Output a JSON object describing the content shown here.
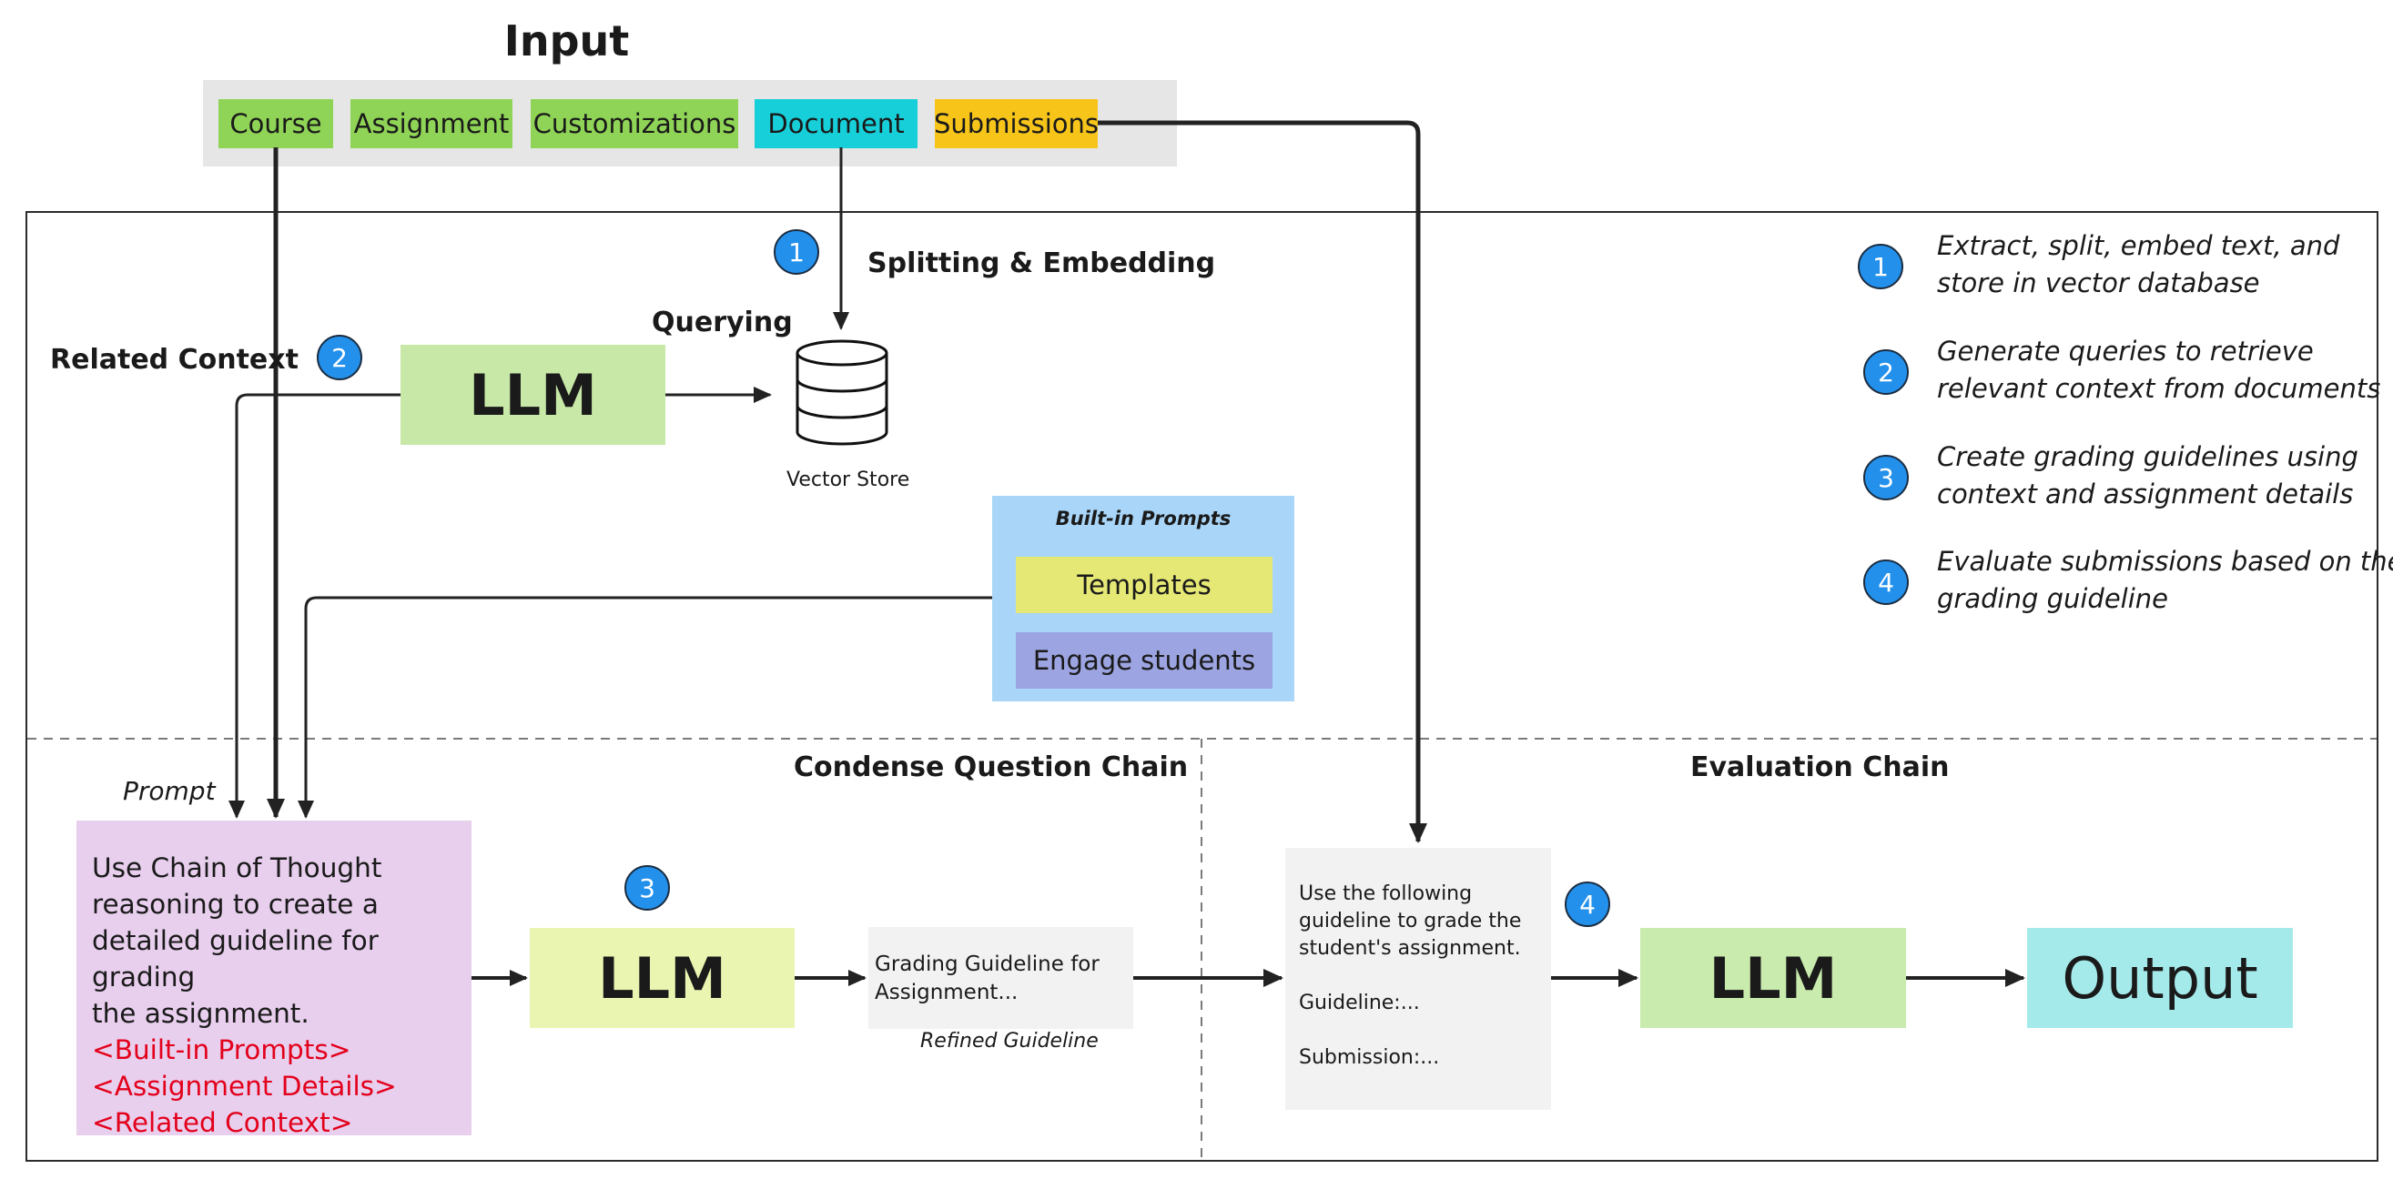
{
  "input": {
    "title": "Input",
    "chips": [
      "Course",
      "Assignment",
      "Customizations",
      "Document",
      "Submissions"
    ]
  },
  "labels": {
    "splitting": "Splitting & Embedding",
    "querying": "Querying",
    "related_context": "Related Context",
    "vector_store": "Vector Store",
    "prompt": "Prompt",
    "refined_guideline": "Refined Guideline",
    "condense_chain": "Condense Question Chain",
    "evaluation_chain": "Evaluation Chain"
  },
  "llm_label": "LLM",
  "output_label": "Output",
  "builtin": {
    "title": "Built-in Prompts",
    "templates": "Templates",
    "engage": "Engage students"
  },
  "prompt_box": {
    "line1": "Use Chain of Thought",
    "line2": "reasoning to create a",
    "line3": "detailed guideline for grading",
    "line4": "the assignment.",
    "ph1": "<Built-in Prompts>",
    "ph2": "<Assignment Details>",
    "ph3": "<Related Context>"
  },
  "guideline_box": {
    "line1": "Grading Guideline for",
    "line2": "Assignment..."
  },
  "eval_box": {
    "line1": "Use the following",
    "line2": "guideline to grade the",
    "line3": "student's assignment.",
    "line4": "Guideline:...",
    "line5": "Submission:..."
  },
  "steps": [
    "1",
    "2",
    "3",
    "4"
  ],
  "legend": [
    {
      "line1": "Extract, split, embed text, and",
      "line2": "store in vector database"
    },
    {
      "line1": "Generate queries to retrieve",
      "line2": "relevant context from documents"
    },
    {
      "line1": "Create grading guidelines using",
      "line2": "context and assignment details"
    },
    {
      "line1": "Evaluate submissions based on the",
      "line2": "grading guideline"
    }
  ],
  "colors": {
    "input_chip_green": "#8fd456",
    "document_chip": "#17cfd8",
    "submissions_chip": "#f7c51a",
    "step_badge": "#2391ec",
    "placeholder_red": "#e3001b"
  }
}
